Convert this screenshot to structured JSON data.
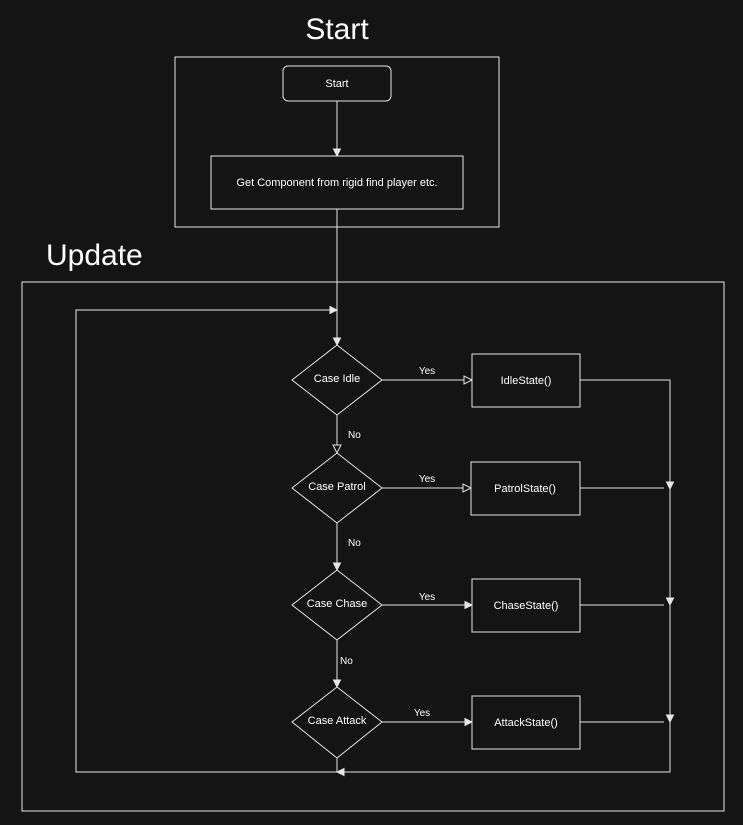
{
  "sections": {
    "start_title": "Start",
    "update_title": "Update"
  },
  "nodes": {
    "start": "Start",
    "get_component": "Get Component from rigid find player etc.",
    "case_idle": "Case Idle",
    "case_patrol": "Case Patrol",
    "case_chase": "Case Chase",
    "case_attack": "Case Attack",
    "idle_state": "IdleState()",
    "patrol_state": "PatrolState()",
    "chase_state": "ChaseState()",
    "attack_state": "AttackState()"
  },
  "edge_labels": {
    "yes_idle": "Yes",
    "yes_patrol": "Yes",
    "yes_chase": "Yes",
    "yes_attack": "Yes",
    "no_idle": "No",
    "no_patrol": "No",
    "no_chase": "No"
  },
  "colors": {
    "background": "#141414",
    "stroke": "#e6e6e6",
    "text": "#ffffff"
  }
}
